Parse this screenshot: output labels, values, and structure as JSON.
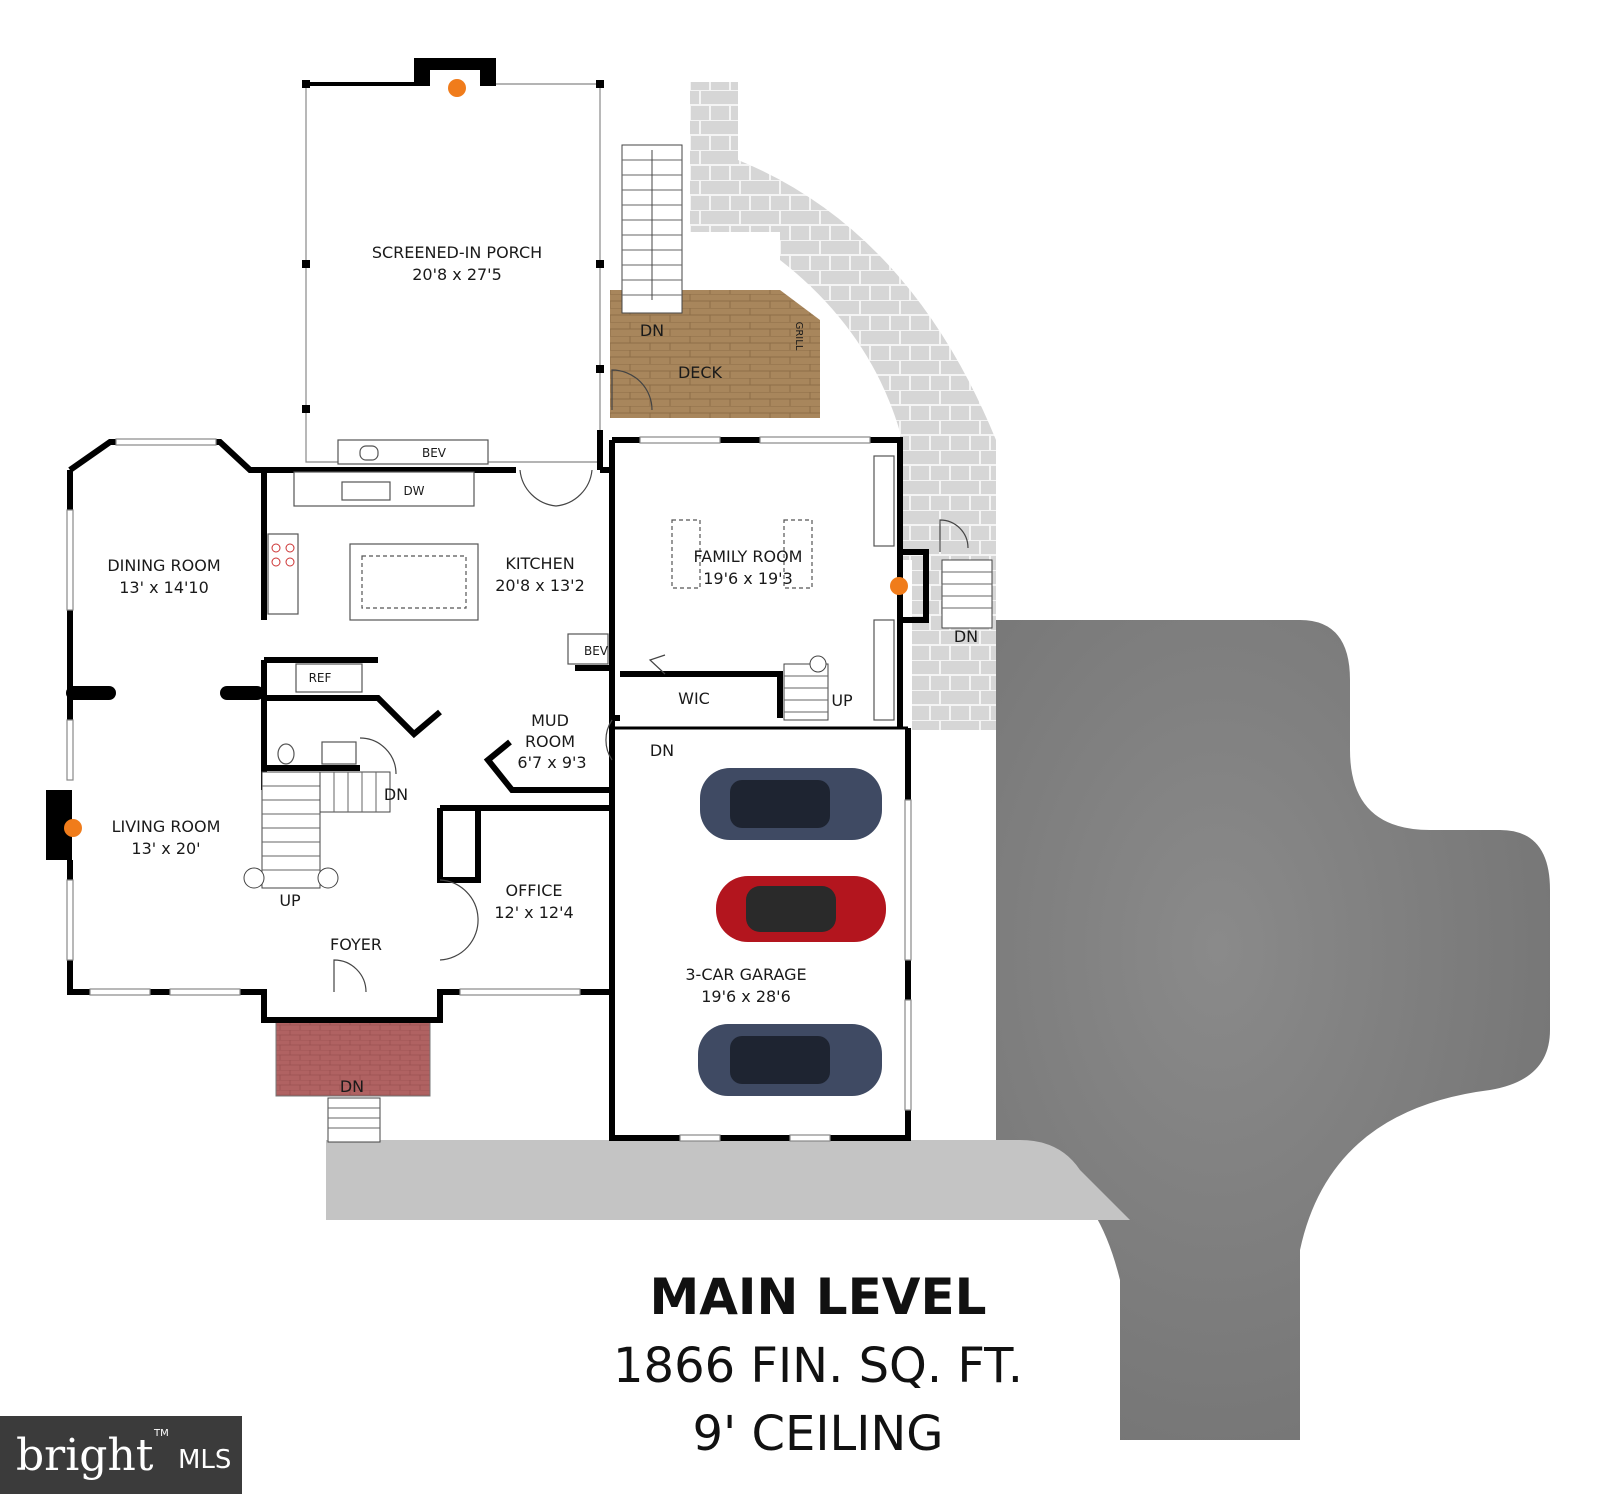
{
  "rooms": {
    "porch": {
      "name": "SCREENED-IN PORCH",
      "dims": "20'8 x 27'5"
    },
    "deck": {
      "name": "DECK",
      "stairs": "DN",
      "grill": "GRILL"
    },
    "dining": {
      "name": "DINING ROOM",
      "dims": "13' x 14'10"
    },
    "kitchen": {
      "name": "KITCHEN",
      "dims": "20'8 x 13'2",
      "dw": "DW",
      "bev_top": "BEV",
      "bev": "BEV",
      "ref": "REF"
    },
    "family": {
      "name": "FAMILY ROOM",
      "dims": "19'6 x 19'3",
      "stairs_dn": "DN"
    },
    "wic": {
      "name": "WIC",
      "up": "UP"
    },
    "mud": {
      "name1": "MUD",
      "name2": "ROOM",
      "dims": "6'7 x 9'3",
      "dn": "DN"
    },
    "living": {
      "name": "LIVING ROOM",
      "dims": "13' x 20'"
    },
    "stairs": {
      "dn": "DN",
      "up": "UP"
    },
    "office": {
      "name": "OFFICE",
      "dims": "12' x 12'4"
    },
    "foyer": {
      "name": "FOYER",
      "entry_dn": "DN"
    },
    "garage": {
      "name": "3-CAR GARAGE",
      "dims": "19'6 x 28'6"
    }
  },
  "heading": {
    "title": "MAIN LEVEL",
    "sqft": "1866 FIN. SQ. FT.",
    "ceiling": "9' CEILING"
  },
  "logo": {
    "text": "bright",
    "suffix": "MLS",
    "tm": "TM"
  },
  "colors": {
    "wall": "#000000",
    "deck": "#a8865c",
    "stoop": "#b06262",
    "patio": "#d9d9d9",
    "driveway": "#7a7a7a",
    "walkway": "#bdbdbd",
    "fireplace": "#f07c1b"
  }
}
